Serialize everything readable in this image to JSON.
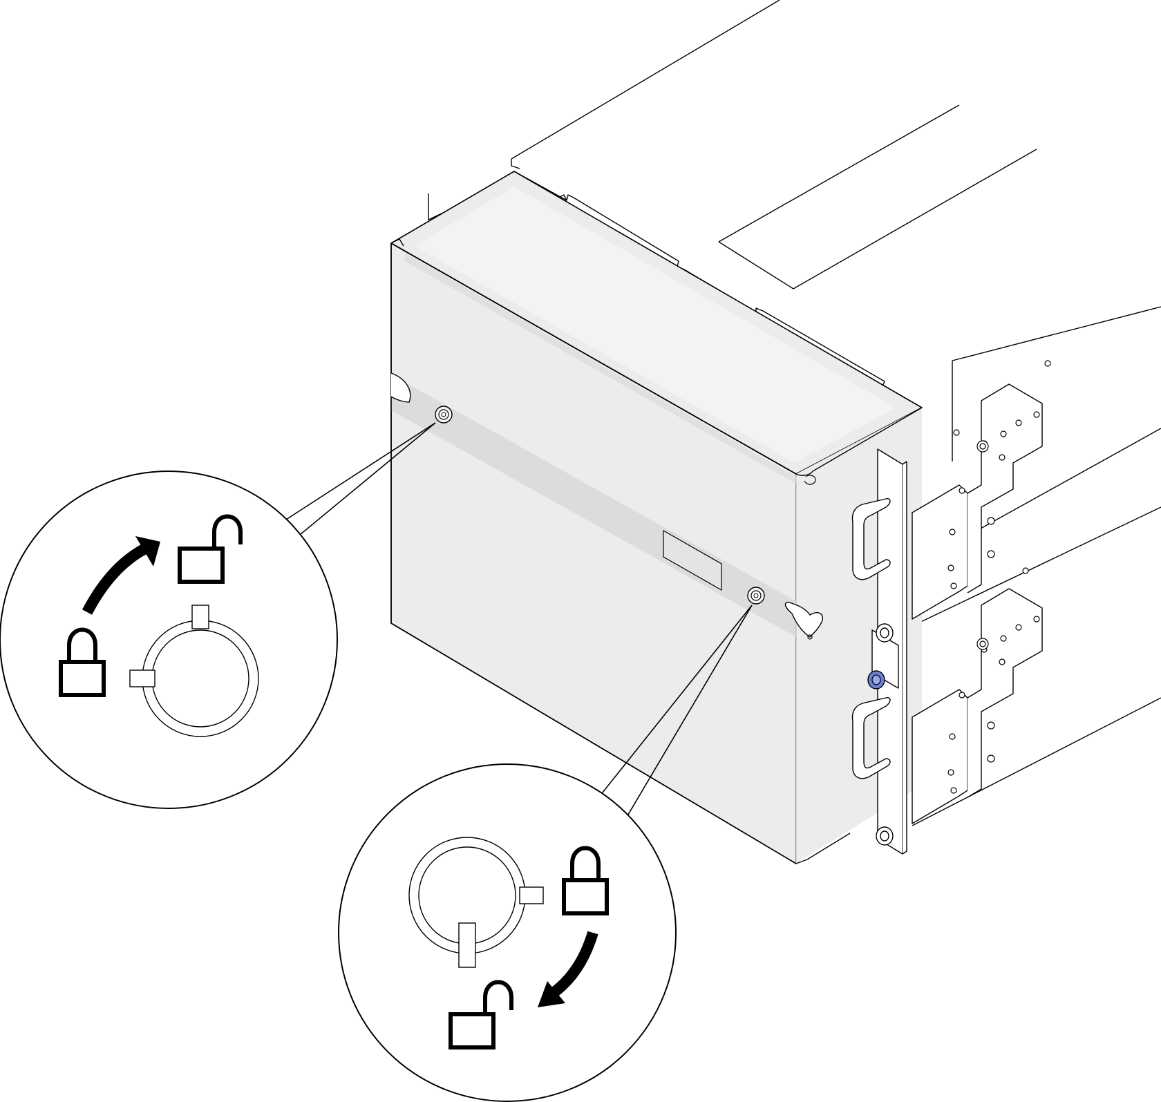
{
  "diagram": {
    "subject": "server-rack-with-security-bezel",
    "callouts": [
      {
        "id": "callout-left",
        "lock_state_from": "locked",
        "lock_state_to": "unlocked",
        "rotation": "clockwise"
      },
      {
        "id": "callout-right",
        "lock_state_from": "locked",
        "lock_state_to": "unlocked",
        "rotation": "clockwise"
      }
    ],
    "icons": [
      "padlock-locked-icon",
      "padlock-unlocked-icon",
      "rotation-arrow-icon",
      "keyhole-icon",
      "thumbscrew-icon",
      "handle-icon"
    ]
  },
  "colors": {
    "line": "#000000",
    "bezel_fill": "#ececec",
    "bezel_band": "#dcdcdc",
    "background": "#ffffff",
    "blue_screw": "#6b7fd6"
  }
}
